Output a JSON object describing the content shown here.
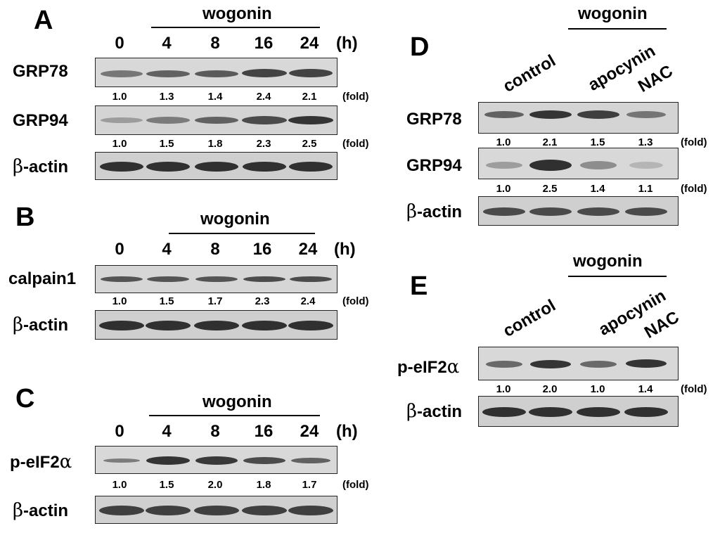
{
  "treatment": "wogonin",
  "hours_unit": "(h)",
  "fold_unit": "(fold)",
  "beta_symbol": "β",
  "alpha_symbol": "α",
  "panels": {
    "A": {
      "letter": "A",
      "lanes": [
        "0",
        "4",
        "8",
        "16",
        "24"
      ],
      "rows": [
        {
          "label": "GRP78",
          "fold": [
            "1.0",
            "1.3",
            "1.4",
            "2.4",
            "2.1"
          ]
        },
        {
          "label": "GRP94",
          "fold": [
            "1.0",
            "1.5",
            "1.8",
            "2.3",
            "2.5"
          ]
        },
        {
          "label_suffix": "-actin"
        }
      ]
    },
    "B": {
      "letter": "B",
      "lanes": [
        "0",
        "4",
        "8",
        "16",
        "24"
      ],
      "rows": [
        {
          "label": "calpain1",
          "fold": [
            "1.0",
            "1.5",
            "1.7",
            "2.3",
            "2.4"
          ]
        },
        {
          "label_suffix": "-actin"
        }
      ]
    },
    "C": {
      "letter": "C",
      "lanes": [
        "0",
        "4",
        "8",
        "16",
        "24"
      ],
      "rows": [
        {
          "label_prefix": "p-eIF2",
          "fold": [
            "1.0",
            "1.5",
            "2.0",
            "1.8",
            "1.7"
          ]
        },
        {
          "label_suffix": "-actin"
        }
      ]
    },
    "D": {
      "letter": "D",
      "conditions": [
        "control",
        "apocynin",
        "NAC"
      ],
      "rows": [
        {
          "label": "GRP78",
          "fold": [
            "1.0",
            "2.1",
            "1.5",
            "1.3"
          ]
        },
        {
          "label": "GRP94",
          "fold": [
            "1.0",
            "2.5",
            "1.4",
            "1.1"
          ]
        },
        {
          "label_suffix": "-actin"
        }
      ]
    },
    "E": {
      "letter": "E",
      "conditions": [
        "control",
        "apocynin",
        "NAC"
      ],
      "rows": [
        {
          "label_prefix": "p-eIF2",
          "fold": [
            "1.0",
            "2.0",
            "1.0",
            "1.4"
          ]
        },
        {
          "label_suffix": "-actin"
        }
      ]
    }
  }
}
